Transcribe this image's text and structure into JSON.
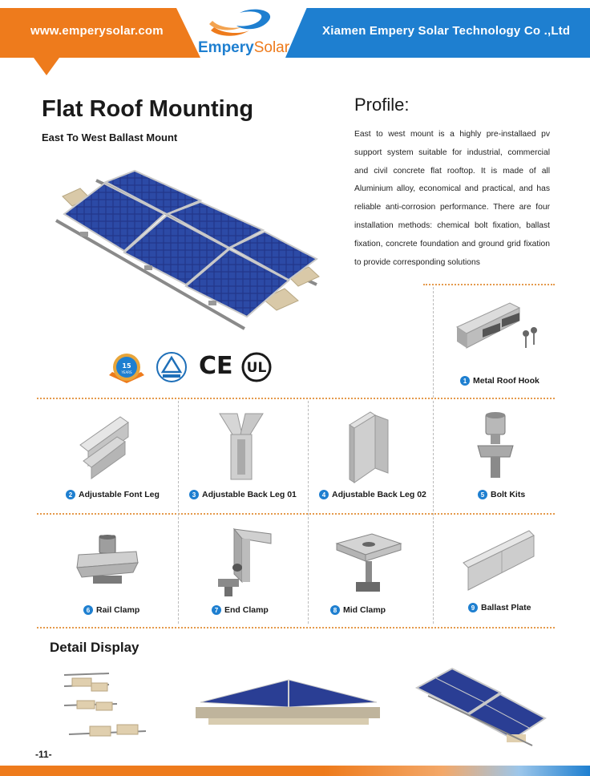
{
  "header": {
    "website": "www.emperysolar.com",
    "company": "Xiamen Empery Solar Technology Co .,Ltd",
    "logo_word_1": "Empery",
    "logo_word_2": "Solar"
  },
  "title": "Flat Roof Mounting",
  "subtitle": "East To West Ballast Mount",
  "profile": {
    "heading": "Profile:",
    "text": "East to west mount is a highly pre-installaed pv support system suitable for industrial, commercial and civil concrete flat rooftop. It is made of all Aluminium alloy, economical and practical, and has reliable anti-corrosion performance. There are four installation methods: chemical bolt fixation, ballast fixation, concrete foundation and ground grid fixation to provide corresponding solutions"
  },
  "certifications": {
    "warranty_years": "15",
    "warranty_label": "YEARS",
    "ce": "CE",
    "ul": "UL"
  },
  "products": [
    {
      "num": "1",
      "label": "Metal Roof Hook"
    },
    {
      "num": "2",
      "label": "Adjustable Font Leg"
    },
    {
      "num": "3",
      "label": "Adjustable Back Leg 01"
    },
    {
      "num": "4",
      "label": "Adjustable Back Leg 02"
    },
    {
      "num": "5",
      "label": "Bolt Kits"
    },
    {
      "num": "6",
      "label": "Rail Clamp"
    },
    {
      "num": "7",
      "label": "End Clamp"
    },
    {
      "num": "8",
      "label": "Mid Clamp"
    },
    {
      "num": "9",
      "label": "Ballast Plate"
    }
  ],
  "detail_heading": "Detail Display",
  "page_number": "-11-",
  "colors": {
    "orange": "#ee7b1c",
    "blue": "#1e7fd0"
  }
}
